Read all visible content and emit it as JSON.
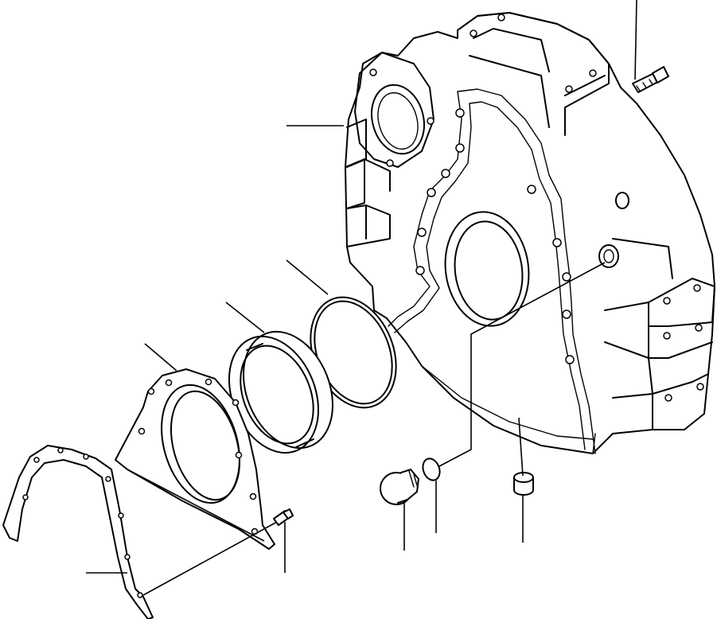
{
  "figure": {
    "parts": [
      {
        "id": "bolt",
        "icon": "bolt-icon"
      },
      {
        "id": "flywheel-housing",
        "icon": "flywheel-housing-icon"
      },
      {
        "id": "o-ring-large",
        "icon": "o-ring-icon"
      },
      {
        "id": "oil-seal",
        "icon": "oil-seal-icon"
      },
      {
        "id": "seal-retainer",
        "icon": "seal-retainer-icon"
      },
      {
        "id": "gasket",
        "icon": "gasket-icon"
      },
      {
        "id": "grease-nipple",
        "icon": "nipple-icon"
      },
      {
        "id": "plug",
        "icon": "plug-icon"
      },
      {
        "id": "o-ring-small",
        "icon": "o-ring-small-icon"
      },
      {
        "id": "cap-plug",
        "icon": "cap-plug-icon"
      }
    ]
  }
}
